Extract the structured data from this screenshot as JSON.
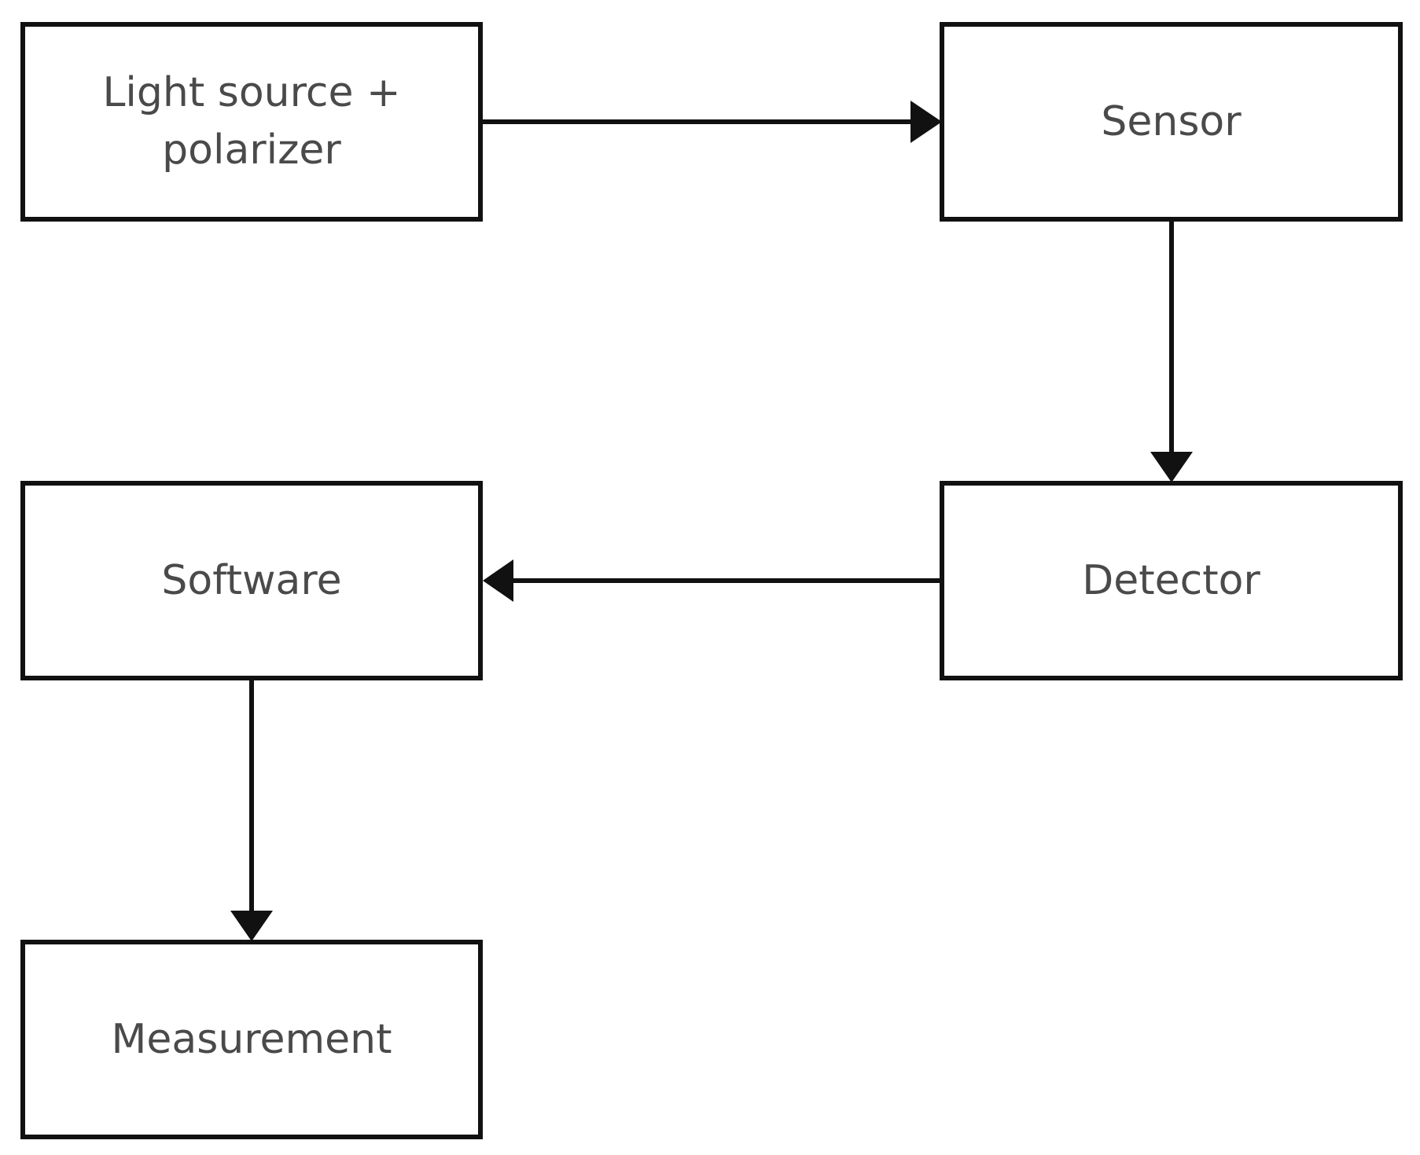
{
  "diagram": {
    "colors": {
      "stroke": "#111111",
      "text": "#4a4a4a",
      "background": "#ffffff"
    },
    "nodes": {
      "light_source": {
        "line1": "Light source +",
        "line2": "polarizer"
      },
      "sensor": {
        "label": "Sensor"
      },
      "detector": {
        "label": "Detector"
      },
      "software": {
        "label": "Software"
      },
      "measurement": {
        "label": "Measurement"
      }
    },
    "edges": [
      {
        "from": "light_source",
        "to": "sensor"
      },
      {
        "from": "sensor",
        "to": "detector"
      },
      {
        "from": "detector",
        "to": "software"
      },
      {
        "from": "software",
        "to": "measurement"
      }
    ]
  }
}
